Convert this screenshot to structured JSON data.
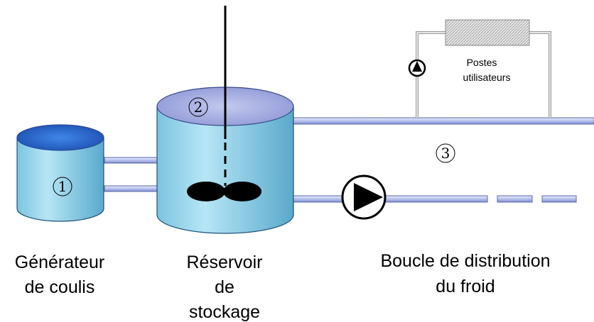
{
  "labels": {
    "generator_line1": "Générateur",
    "generator_line2": "de coulis",
    "tank_line1": "Réservoir",
    "tank_line2": "de",
    "tank_line3": "stockage",
    "loop_line1": "Boucle de distribution",
    "loop_line2": "du froid",
    "users_line1": "Postes",
    "users_line2": "utilisateurs"
  },
  "markers": {
    "m1": "1",
    "m2": "2",
    "m3": "3"
  },
  "colors": {
    "generator_top": "#2e6fd6",
    "tank_top": "#a9b2e6",
    "tank_body": "#8fd0e8",
    "pipe": "#c8d2f0",
    "frame": "#a0a0a0"
  }
}
